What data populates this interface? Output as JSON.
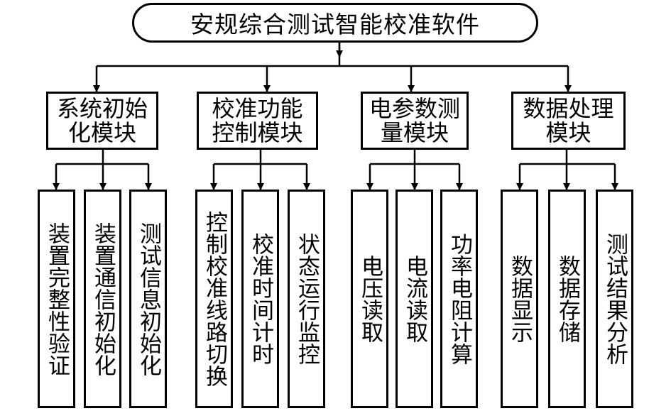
{
  "root": {
    "title": "安规综合测试智能校准软件"
  },
  "modules": [
    {
      "label": "系统初始化模块",
      "line1": "系统初始",
      "line2": "化模块",
      "leaves": [
        "装置完整性验证",
        "装置通信初始化",
        "测试信息初始化"
      ]
    },
    {
      "label": "校准功能控制模块",
      "line1": "校准功能",
      "line2": "控制模块",
      "leaves": [
        "控制校准线路切换",
        "校准时间计时",
        "状态运行监控"
      ]
    },
    {
      "label": "电参数测量模块",
      "line1": "电参数测",
      "line2": "量模块",
      "leaves": [
        "电压读取",
        "电流读取",
        "功率电阻计算"
      ]
    },
    {
      "label": "数据处理模块",
      "line1": "数据处理",
      "line2": "模块",
      "leaves": [
        "数据显示",
        "数据存储",
        "测试结果分析"
      ]
    }
  ]
}
